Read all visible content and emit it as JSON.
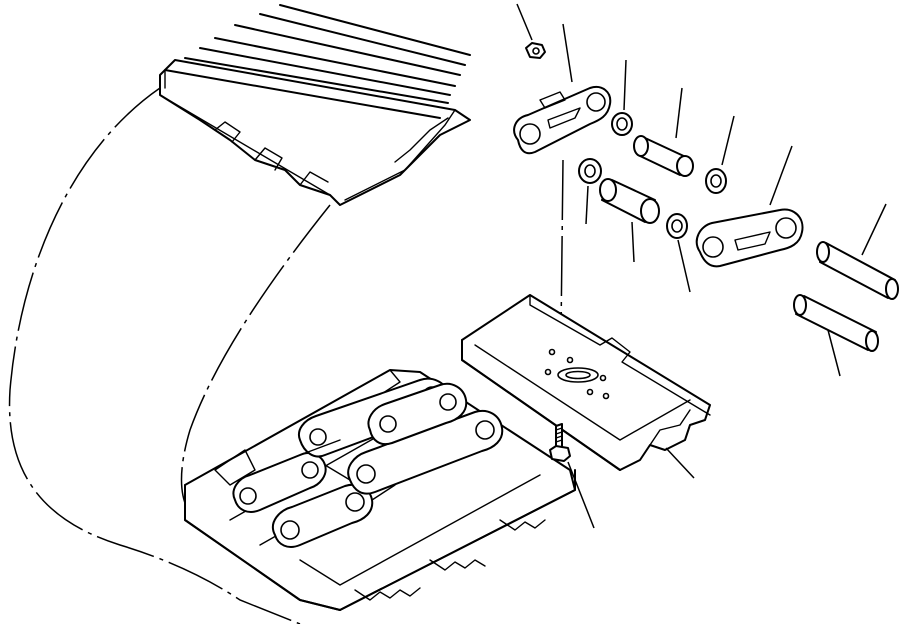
{
  "figure": {
    "parts": [
      {
        "id": "nut",
        "label": ""
      },
      {
        "id": "link-left",
        "label": ""
      },
      {
        "id": "seal-upper",
        "label": ""
      },
      {
        "id": "bushing-upper",
        "label": ""
      },
      {
        "id": "spacer-upper",
        "label": ""
      },
      {
        "id": "seal-lower",
        "label": ""
      },
      {
        "id": "bushing-lower",
        "label": ""
      },
      {
        "id": "spacer-lower",
        "label": ""
      },
      {
        "id": "link-right",
        "label": ""
      },
      {
        "id": "pin-upper",
        "label": ""
      },
      {
        "id": "pin-lower",
        "label": ""
      },
      {
        "id": "shoe",
        "label": ""
      },
      {
        "id": "bolt",
        "label": ""
      }
    ]
  }
}
